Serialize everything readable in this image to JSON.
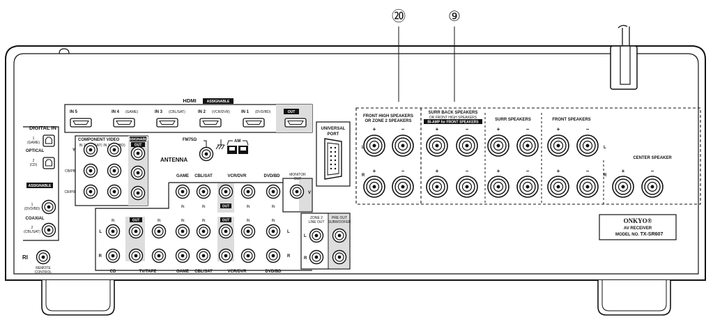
{
  "callouts": {
    "left": "⑳",
    "right": "⑨"
  },
  "hdmi": {
    "title": "HDMI",
    "assignable": "ASSIGNABLE",
    "ports": [
      {
        "name": "IN 5",
        "sub": ""
      },
      {
        "name": "IN 4",
        "sub": "(GAME)"
      },
      {
        "name": "IN 3",
        "sub": "(CBL/SAT)"
      },
      {
        "name": "IN 2",
        "sub": "(VCR/DVR)"
      },
      {
        "name": "IN 1",
        "sub": "(DVD/BD)"
      },
      {
        "name": "OUT",
        "sub": ""
      }
    ]
  },
  "digital_in": {
    "title": "DIGITAL IN",
    "optical_label": "OPTICAL",
    "optical1": "1",
    "optical1_sub": "(GAME)",
    "optical2": "2",
    "optical2_sub": "(CD)",
    "assignable": "ASSIGNABLE",
    "coaxial_label": "COAXIAL",
    "coax1": "1",
    "coax1_sub": "(DVD/BD)",
    "coax2": "2",
    "coax2_sub": "(CBL/SAT)"
  },
  "remote": {
    "symbol": "RI",
    "label1": "REMOTE",
    "label2": "CONTROL"
  },
  "component": {
    "title": "COMPONENT VIDEO",
    "assignable": "ASSIGNABLE",
    "col1": "IN 2(CBL/SAT)",
    "col2": "IN 1(DVD/BD)",
    "col3": "OUT",
    "y": "Y",
    "cb": "CB/PB",
    "cr": "CR/PR"
  },
  "antenna": {
    "label": "ANTENNA",
    "fm": "FM75Ω",
    "am": "AM"
  },
  "video": {
    "game": "GAME",
    "cblsat": "CBL/SAT",
    "vcrdvr": "VCR/DVR",
    "dvdbd": "DVD/BD",
    "monitor1": "MONITOR",
    "monitor2": "OUT",
    "in": "IN",
    "out": "OUT",
    "v": "V"
  },
  "audio": {
    "in": "IN",
    "out": "OUT",
    "l": "L",
    "r": "R",
    "cd": "CD",
    "tvtape": "TV/TAPE",
    "game": "GAME",
    "cblsat": "CBL/SAT",
    "vcrdvr": "VCR/DVR",
    "dvdbd": "DVD/BD"
  },
  "zone2": {
    "label1": "ZONE 2",
    "label2": "LINE OUT"
  },
  "preout": {
    "label1": "PRE OUT",
    "label2": "SUBWOOFER"
  },
  "universal": {
    "label1": "UNIVERSAL",
    "label2": "PORT"
  },
  "speakers": {
    "fronthigh1": "FRONT HIGH SPEAKERS",
    "fronthigh2": "OR ZONE 2 SPEAKERS",
    "surrback1": "SURR BACK SPEAKERS",
    "surrback2": "OR FRONT HIGH SPEAKERS",
    "surrback3": "BI-AMP for FRONT SPEAKERS",
    "surr": "SURR SPEAKERS",
    "front": "FRONT SPEAKERS",
    "center": "CENTER SPEAKER",
    "plus": "+",
    "minus": "−",
    "l": "L",
    "r": "R"
  },
  "brand": {
    "name": "ONKYO®",
    "line1": "AV RECEIVER",
    "line2_prefix": "MODEL NO.",
    "model": "TX-SR607"
  }
}
